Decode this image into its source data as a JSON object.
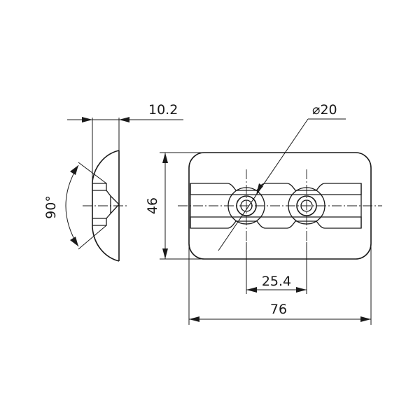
{
  "drawing": {
    "dimensions": {
      "slot_depth": "10.2",
      "hole_diameter": "⌀20",
      "height": "46",
      "hole_spacing": "25.4",
      "width": "76",
      "angle": "90°"
    },
    "line_color": "#1a1a1a",
    "background": "#ffffff"
  }
}
